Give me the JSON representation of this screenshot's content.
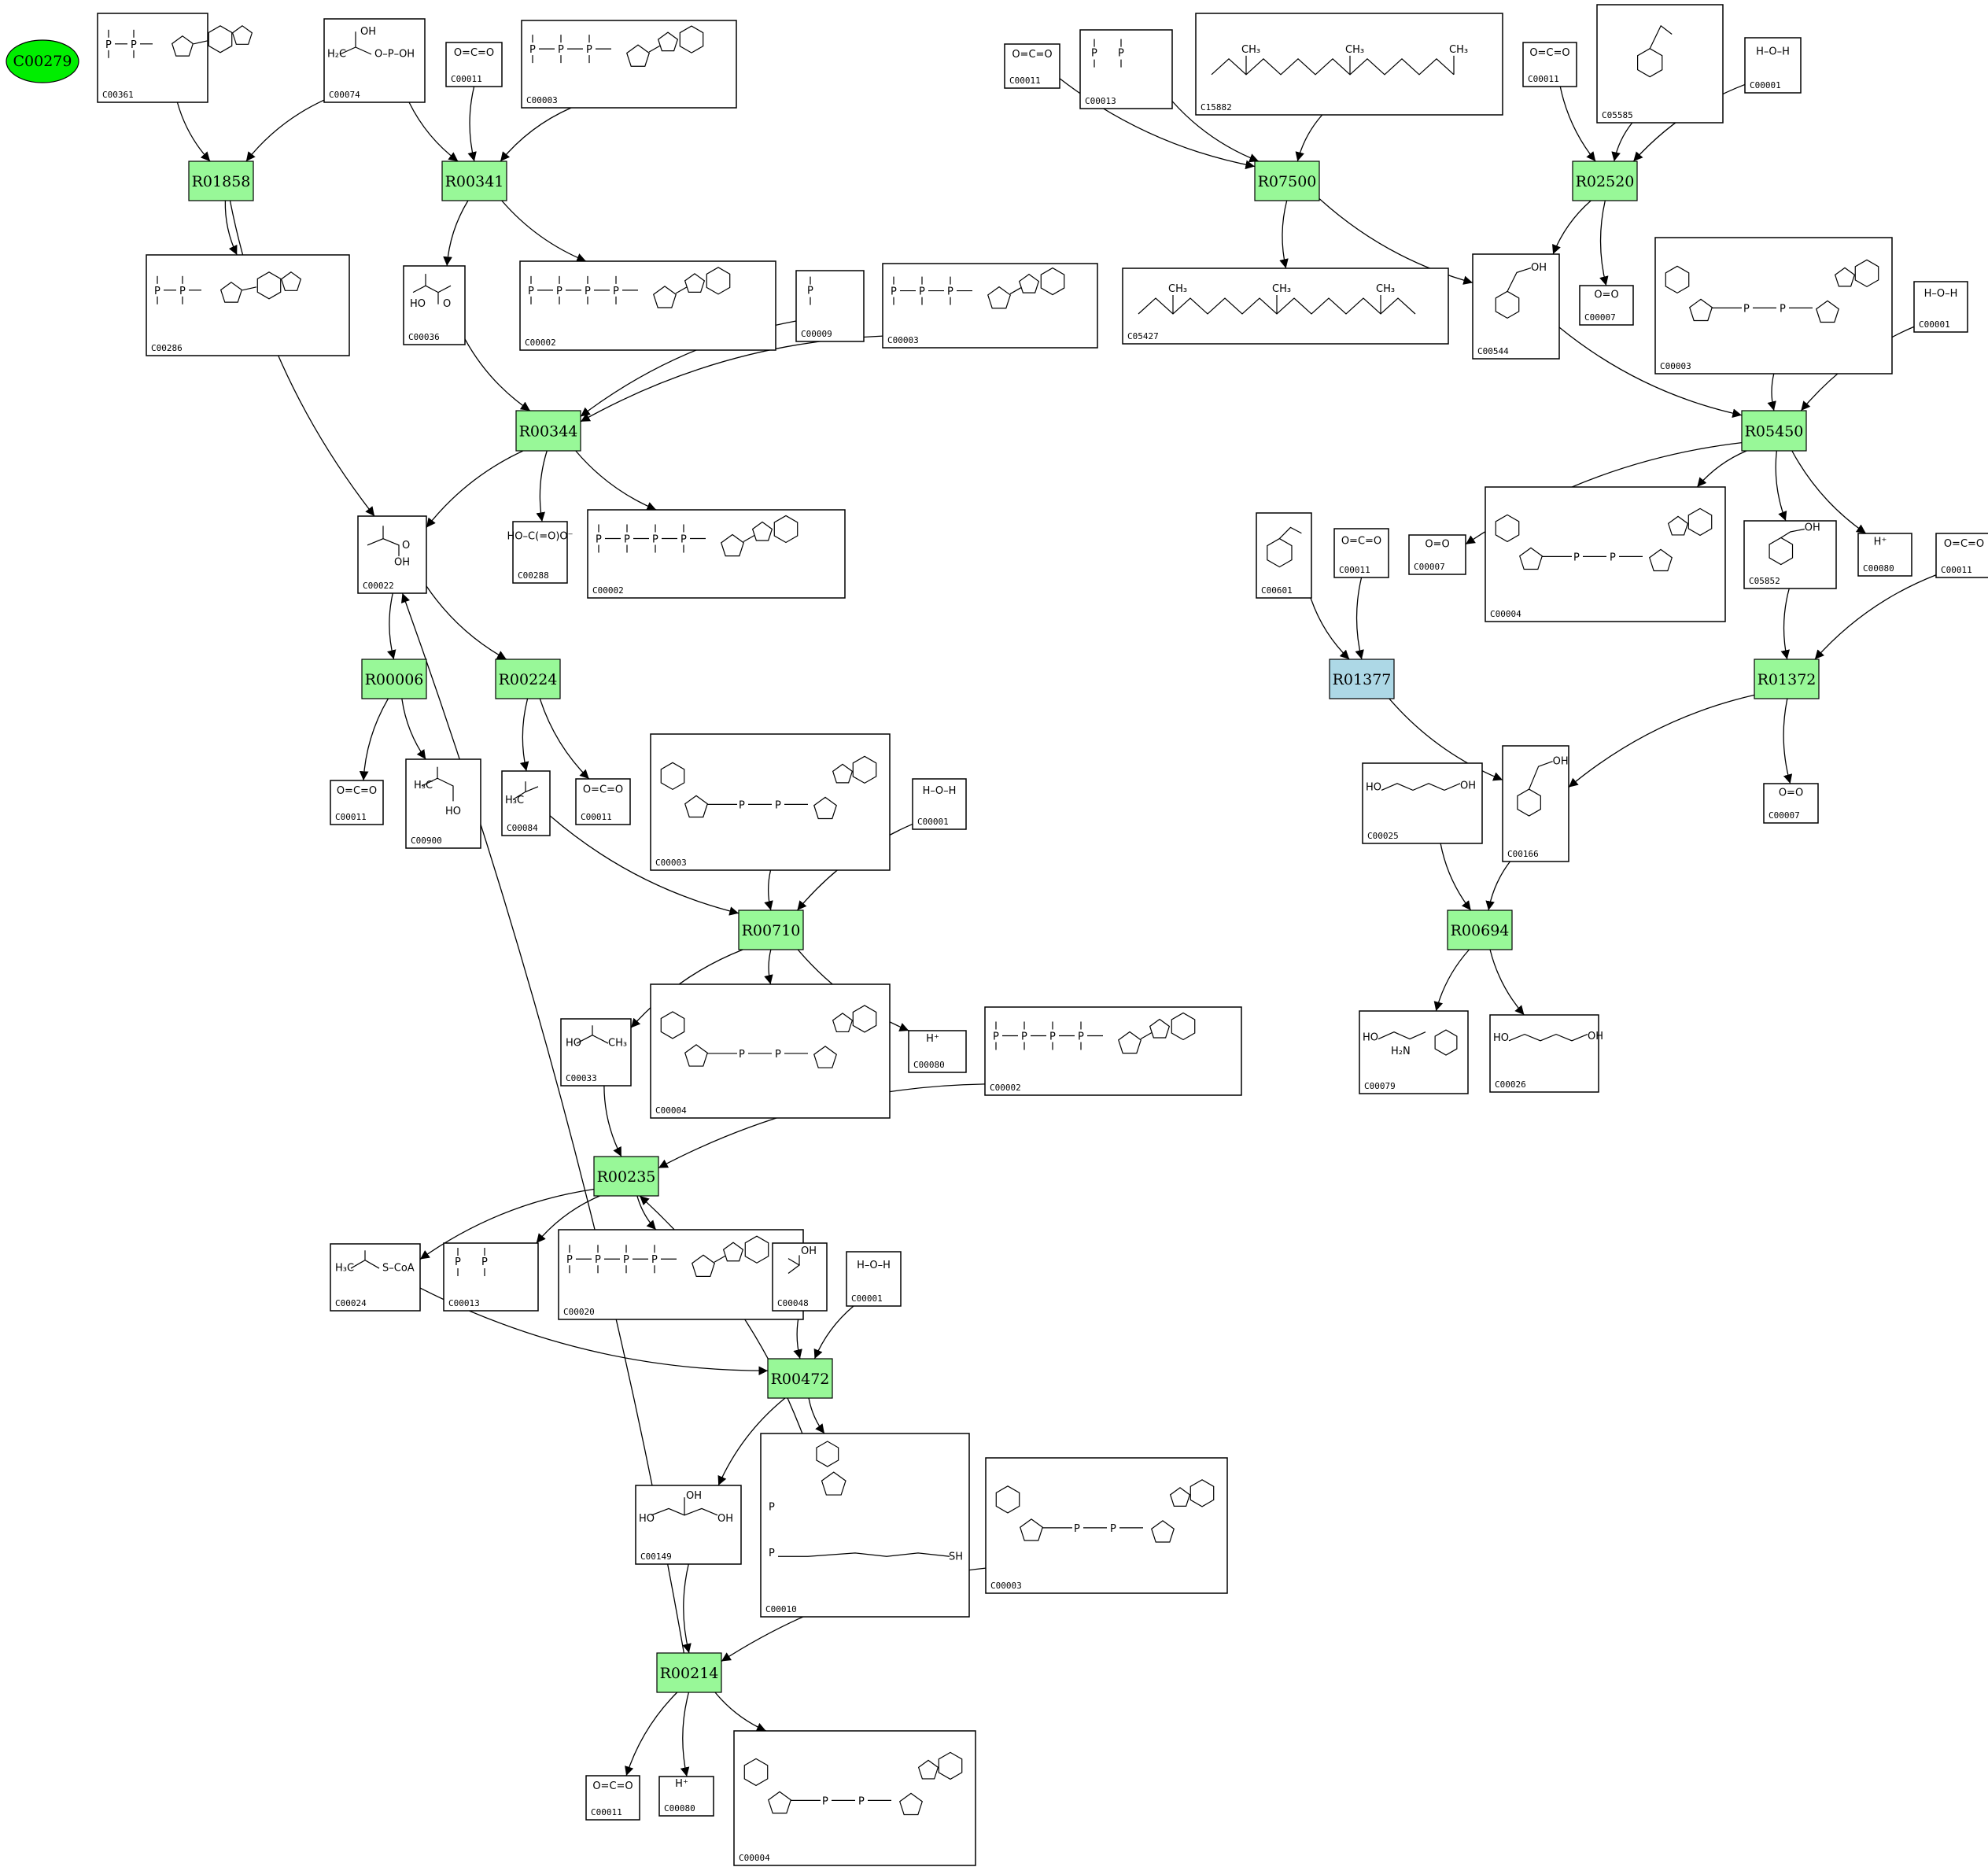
{
  "colors": {
    "reaction": "#98f898",
    "reaction_highlight": "#add8e6",
    "start_node": "#00ee00"
  },
  "start_node": {
    "label": "C00279"
  },
  "compounds": [
    {
      "id": "n1",
      "label": "C00361",
      "struct": "nucleotide-guanine"
    },
    {
      "id": "n2",
      "label": "C00074",
      "struct": "pep"
    },
    {
      "id": "n3",
      "label": "C00011",
      "struct": "co2"
    },
    {
      "id": "n4",
      "label": "C00003",
      "struct": "nucleotide-adenine"
    },
    {
      "id": "n5",
      "label": "C00286",
      "struct": "nucleotide-guanine"
    },
    {
      "id": "n6",
      "label": "C00036",
      "struct": "oxaloacetate"
    },
    {
      "id": "n7",
      "label": "C00002",
      "struct": "nucleotide-adenine"
    },
    {
      "id": "n8",
      "label": "C00009",
      "struct": "phosphate"
    },
    {
      "id": "n9",
      "label": "C00003",
      "struct": "nucleotide-adenine"
    },
    {
      "id": "n10",
      "label": "C00022",
      "struct": "pyruvate"
    },
    {
      "id": "n11",
      "label": "C00288",
      "struct": "bicarbonate"
    },
    {
      "id": "n12",
      "label": "C00002",
      "struct": "nucleotide-adenine"
    },
    {
      "id": "n13",
      "label": "C00011",
      "struct": "co2"
    },
    {
      "id": "n14",
      "label": "C00900",
      "struct": "acetolactate"
    },
    {
      "id": "n15",
      "label": "C00084",
      "struct": "acetaldehyde"
    },
    {
      "id": "n16",
      "label": "C00011",
      "struct": "co2"
    },
    {
      "id": "n17",
      "label": "C00003",
      "struct": "nad"
    },
    {
      "id": "n18",
      "label": "C00001",
      "struct": "water"
    },
    {
      "id": "n19",
      "label": "C00033",
      "struct": "acetate"
    },
    {
      "id": "n20",
      "label": "C00004",
      "struct": "nad"
    },
    {
      "id": "n21",
      "label": "C00080",
      "struct": "proton"
    },
    {
      "id": "n22",
      "label": "C00002",
      "struct": "nucleotide-adenine"
    },
    {
      "id": "n23",
      "label": "C00024",
      "struct": "acetylcoa"
    },
    {
      "id": "n24",
      "label": "C00013",
      "struct": "phosphate"
    },
    {
      "id": "n25",
      "label": "C00020",
      "struct": "nucleotide-adenine"
    },
    {
      "id": "n26",
      "label": "C00048",
      "struct": "glyoxylate"
    },
    {
      "id": "n27",
      "label": "C00001",
      "struct": "water"
    },
    {
      "id": "n28",
      "label": "C00149",
      "struct": "malate"
    },
    {
      "id": "n29",
      "label": "C00010",
      "struct": "coa"
    },
    {
      "id": "n30",
      "label": "C00003",
      "struct": "nad"
    },
    {
      "id": "n31",
      "label": "C00011",
      "struct": "co2"
    },
    {
      "id": "n32",
      "label": "C00080",
      "struct": "proton"
    },
    {
      "id": "n33",
      "label": "C00004",
      "struct": "nad"
    },
    {
      "id": "n34",
      "label": "C00011",
      "struct": "co2"
    },
    {
      "id": "n35",
      "label": "C00013",
      "struct": "phosphate"
    },
    {
      "id": "n36",
      "label": "C15882",
      "struct": "chain"
    },
    {
      "id": "n37",
      "label": "C00011",
      "struct": "co2"
    },
    {
      "id": "n38",
      "label": "C05585",
      "struct": "ring-aldehyde"
    },
    {
      "id": "n39",
      "label": "C00001",
      "struct": "water"
    },
    {
      "id": "n40",
      "label": "C05427",
      "struct": "chain"
    },
    {
      "id": "n41",
      "label": "C00544",
      "struct": "ring-acid"
    },
    {
      "id": "n42",
      "label": "C00007",
      "struct": "oxygen"
    },
    {
      "id": "n43",
      "label": "C00003",
      "struct": "nad"
    },
    {
      "id": "n44",
      "label": "C00001",
      "struct": "water"
    },
    {
      "id": "n45",
      "label": "C00007",
      "struct": "oxygen"
    },
    {
      "id": "n46",
      "label": "C00004",
      "struct": "nad"
    },
    {
      "id": "n47",
      "label": "C05852",
      "struct": "ring-acid"
    },
    {
      "id": "n48",
      "label": "C00080",
      "struct": "proton"
    },
    {
      "id": "n49",
      "label": "C00601",
      "struct": "ring-aldehyde"
    },
    {
      "id": "n50",
      "label": "C00011",
      "struct": "co2"
    },
    {
      "id": "n51",
      "label": "C00011",
      "struct": "co2"
    },
    {
      "id": "n52",
      "label": "C00025",
      "struct": "glutamate"
    },
    {
      "id": "n53",
      "label": "C00166",
      "struct": "ring-acid"
    },
    {
      "id": "n54",
      "label": "C00007",
      "struct": "oxygen"
    },
    {
      "id": "n55",
      "label": "C00079",
      "struct": "phenylalanine"
    },
    {
      "id": "n56",
      "label": "C00026",
      "struct": "glutamate"
    }
  ],
  "reactions": [
    {
      "id": "r1",
      "label": "R01858"
    },
    {
      "id": "r2",
      "label": "R00341"
    },
    {
      "id": "r3",
      "label": "R00344"
    },
    {
      "id": "r4",
      "label": "R00006"
    },
    {
      "id": "r5",
      "label": "R00224"
    },
    {
      "id": "r6",
      "label": "R00710"
    },
    {
      "id": "r7",
      "label": "R00235"
    },
    {
      "id": "r8",
      "label": "R00472"
    },
    {
      "id": "r9",
      "label": "R00214"
    },
    {
      "id": "r10",
      "label": "R07500"
    },
    {
      "id": "r11",
      "label": "R02520"
    },
    {
      "id": "r12",
      "label": "R05450"
    },
    {
      "id": "r13",
      "label": "R01377",
      "highlight": true
    },
    {
      "id": "r14",
      "label": "R01372"
    },
    {
      "id": "r15",
      "label": "R00694"
    }
  ],
  "edges": [
    [
      "n1",
      "r1"
    ],
    [
      "n2",
      "r1"
    ],
    [
      "r1",
      "n5"
    ],
    [
      "r1",
      "n10"
    ],
    [
      "n2",
      "r2"
    ],
    [
      "n3",
      "r2"
    ],
    [
      "n4",
      "r2"
    ],
    [
      "r2",
      "n6"
    ],
    [
      "r2",
      "n7"
    ],
    [
      "n6",
      "r3"
    ],
    [
      "n8",
      "r3"
    ],
    [
      "n9",
      "r3"
    ],
    [
      "r3",
      "n10"
    ],
    [
      "r3",
      "n11"
    ],
    [
      "r3",
      "n12"
    ],
    [
      "n10",
      "r4"
    ],
    [
      "r4",
      "n13"
    ],
    [
      "r4",
      "n14"
    ],
    [
      "n10",
      "r5"
    ],
    [
      "r5",
      "n15"
    ],
    [
      "r5",
      "n16"
    ],
    [
      "n15",
      "r6"
    ],
    [
      "n17",
      "r6"
    ],
    [
      "n18",
      "r6"
    ],
    [
      "r6",
      "n19"
    ],
    [
      "r6",
      "n20"
    ],
    [
      "r6",
      "n21"
    ],
    [
      "n19",
      "r7"
    ],
    [
      "n22",
      "r7"
    ],
    [
      "n29",
      "r7"
    ],
    [
      "r7",
      "n23"
    ],
    [
      "r7",
      "n24"
    ],
    [
      "r7",
      "n25"
    ],
    [
      "n23",
      "r8"
    ],
    [
      "n26",
      "r8"
    ],
    [
      "n27",
      "r8"
    ],
    [
      "r8",
      "n28"
    ],
    [
      "r8",
      "n29"
    ],
    [
      "n28",
      "r9"
    ],
    [
      "n30",
      "r9"
    ],
    [
      "r9",
      "n31"
    ],
    [
      "r9",
      "n32"
    ],
    [
      "r9",
      "n33"
    ],
    [
      "r9",
      "n10"
    ],
    [
      "n34",
      "r10"
    ],
    [
      "n35",
      "r10"
    ],
    [
      "n36",
      "r10"
    ],
    [
      "r10",
      "n40"
    ],
    [
      "r10",
      "n41"
    ],
    [
      "n37",
      "r11"
    ],
    [
      "n38",
      "r11"
    ],
    [
      "n39",
      "r11"
    ],
    [
      "r11",
      "n41"
    ],
    [
      "r11",
      "n42"
    ],
    [
      "n41",
      "r12"
    ],
    [
      "n43",
      "r12"
    ],
    [
      "n44",
      "r12"
    ],
    [
      "r12",
      "n45"
    ],
    [
      "r12",
      "n46"
    ],
    [
      "r12",
      "n47"
    ],
    [
      "r12",
      "n48"
    ],
    [
      "n49",
      "r13"
    ],
    [
      "n50",
      "r13"
    ],
    [
      "r13",
      "n53"
    ],
    [
      "n47",
      "r14"
    ],
    [
      "n51",
      "r14"
    ],
    [
      "r14",
      "n53"
    ],
    [
      "r14",
      "n54"
    ],
    [
      "n52",
      "r15"
    ],
    [
      "n53",
      "r15"
    ],
    [
      "r15",
      "n55"
    ],
    [
      "r15",
      "n56"
    ]
  ]
}
